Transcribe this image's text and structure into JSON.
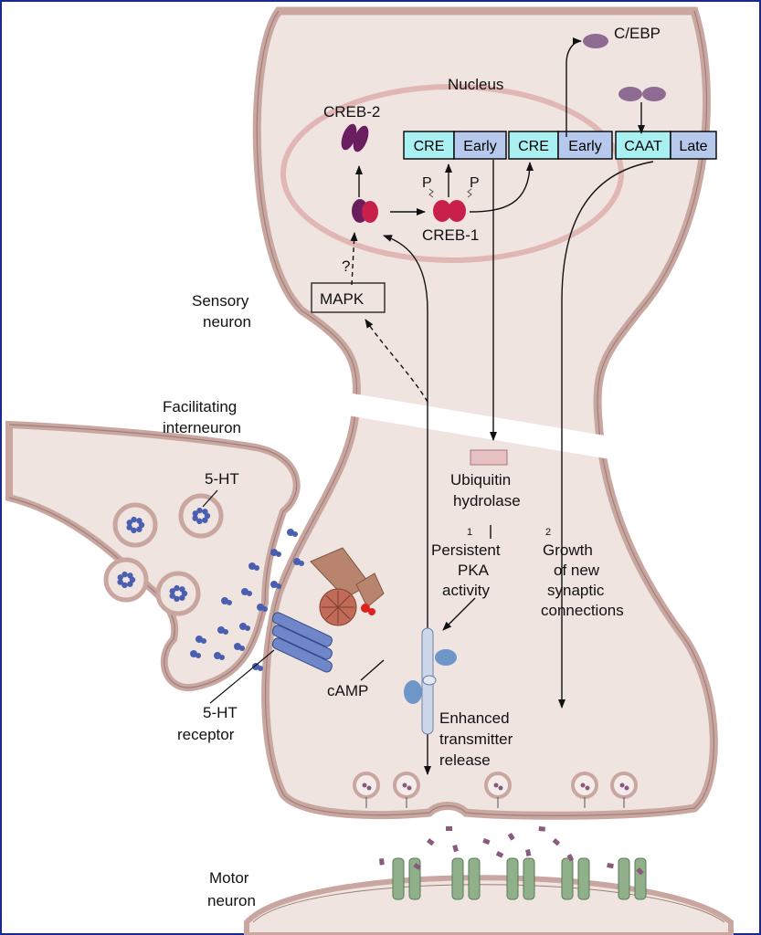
{
  "labels": {
    "nucleus": "Nucleus",
    "cebp": "C/EBP",
    "creb2": "CREB-2",
    "creb1": "CREB-1",
    "p_left": "P",
    "p_right": "P",
    "question": "?",
    "mapk": "MAPK",
    "sensory_line1": "Sensory",
    "sensory_line2": "neuron",
    "facilitating_line1": "Facilitating",
    "facilitating_line2": "interneuron",
    "five_ht": "5-HT",
    "ubiquitin_line1": "Ubiquitin",
    "ubiquitin_line2": "hydrolase",
    "num1": "1",
    "num2": "2",
    "pka_line1": "Persistent",
    "pka_line2": "PKA",
    "pka_line3": "activity",
    "growth_line1": "Growth",
    "growth_line2": "of new",
    "growth_line3": "synaptic",
    "growth_line4": "connections",
    "camp": "cAMP",
    "receptor_line1": "5-HT",
    "receptor_line2": "receptor",
    "enhanced_line1": "Enhanced",
    "enhanced_line2": "transmitter",
    "enhanced_line3": "release",
    "motor_line1": "Motor",
    "motor_line2": "neuron"
  },
  "gene_boxes": [
    {
      "text": "CRE"
    },
    {
      "text": "Early"
    },
    {
      "text": "CRE"
    },
    {
      "text": "Early"
    },
    {
      "text": "CAAT"
    },
    {
      "text": "Late"
    }
  ],
  "colors": {
    "frame": "#1a2a8c",
    "cell_fill": "#efe4e0",
    "membrane": "#c9a7a0",
    "membrane_dark": "#9e7f79",
    "nucleus_ring": "#e0b7b4",
    "cre_fill": "#a9f0f2",
    "early_fill": "#b6c9ec",
    "creb1": "#c8204a",
    "creb2": "#6a1e5e",
    "cebp": "#8e6b92",
    "serotonin": "#4a5fb0",
    "receptor": "#6f86c8",
    "pka": "#b9846d",
    "green_channel": "#8fb08a",
    "vesicle_dot": "#8a5a7e"
  }
}
